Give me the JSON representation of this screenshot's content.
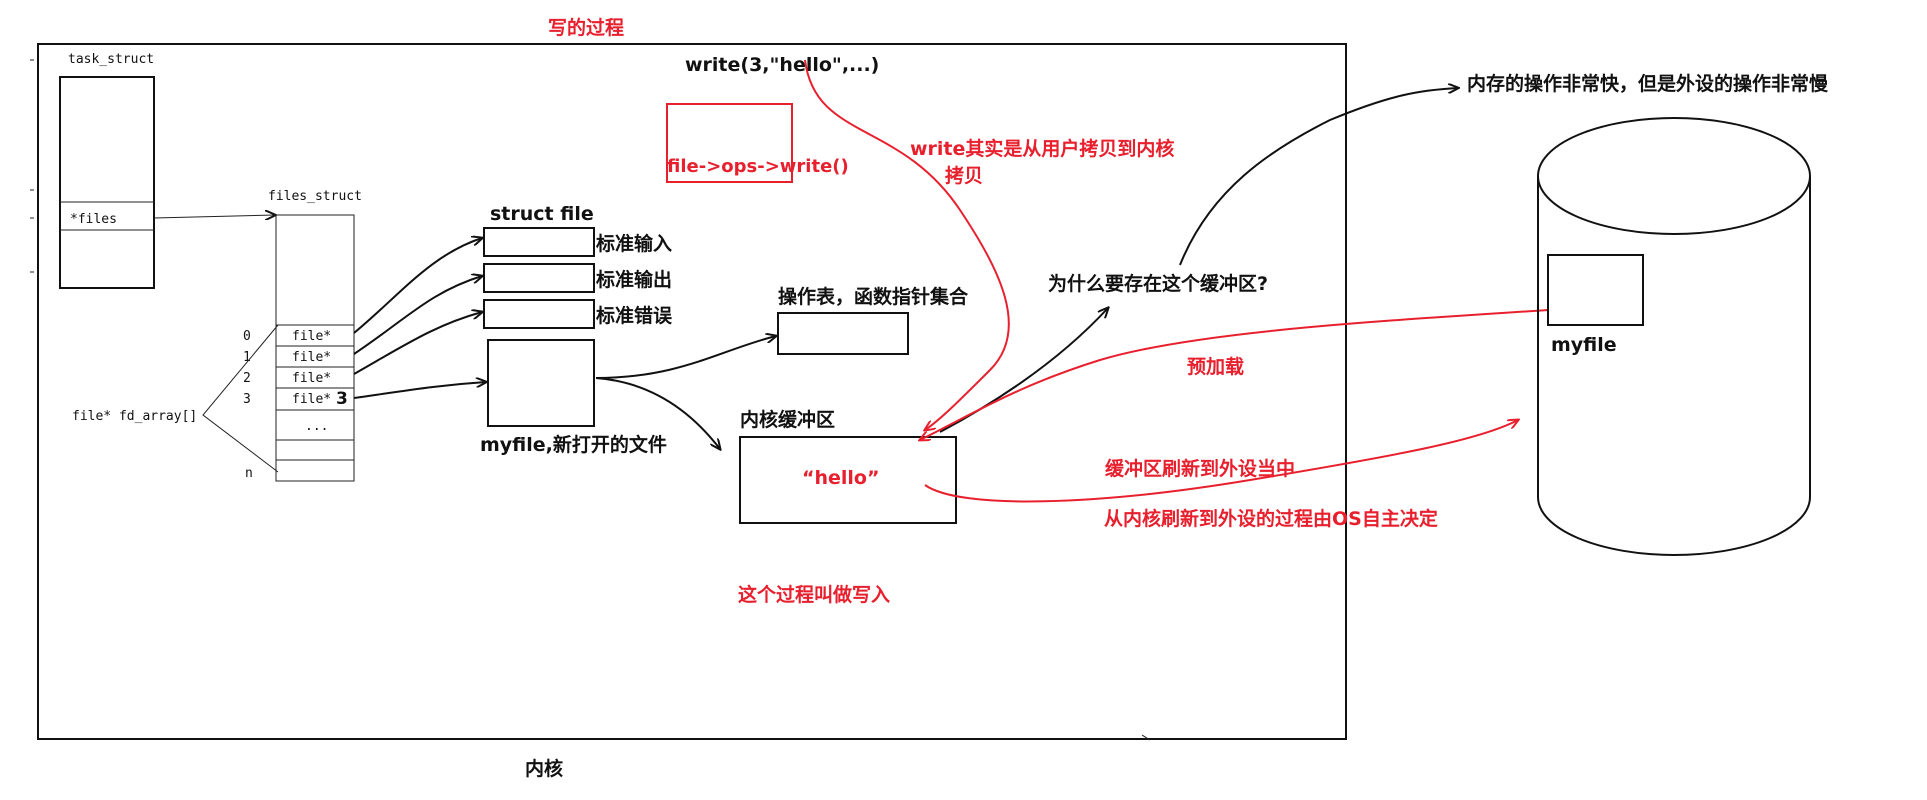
{
  "title": "写的过程",
  "write_call": "write(3,\"hello\",...)",
  "ops_write": "file->ops->write()",
  "copy_note_line1": "write其实是从用户拷贝到内核",
  "copy_note_line2": "拷贝",
  "task_struct": {
    "label": "task_struct",
    "files_field": "*files"
  },
  "files_struct": {
    "label": "files_struct",
    "indices": [
      "0",
      "1",
      "2",
      "3",
      "n"
    ],
    "slots": [
      "file*",
      "file*",
      "file*",
      "file*"
    ],
    "slot3_number": "3",
    "ellipsis": "...",
    "fd_array": "file* fd_array[]"
  },
  "struct_file": {
    "label": "struct file",
    "stdin": "标准输入",
    "stdout": "标准输出",
    "stderr": "标准错误",
    "myfile": "myfile,新打开的文件"
  },
  "ops_table": "操作表，函数指针集合",
  "kernel_buffer": {
    "label": "内核缓冲区",
    "content": "“hello”"
  },
  "process_note": "这个过程叫做写入",
  "kernel_label": "内核",
  "why_buffer": "为什么要存在这个缓冲区?",
  "speed_note": "内存的操作非常快，但是外设的操作非常慢",
  "preload": "预加载",
  "flush_note": "缓冲区刷新到外设当中",
  "os_decides": "从内核刷新到外设的过程由OS自主决定",
  "disk_file": "myfile",
  "colors": {
    "accent": "#e8202e",
    "ink": "#111111"
  }
}
